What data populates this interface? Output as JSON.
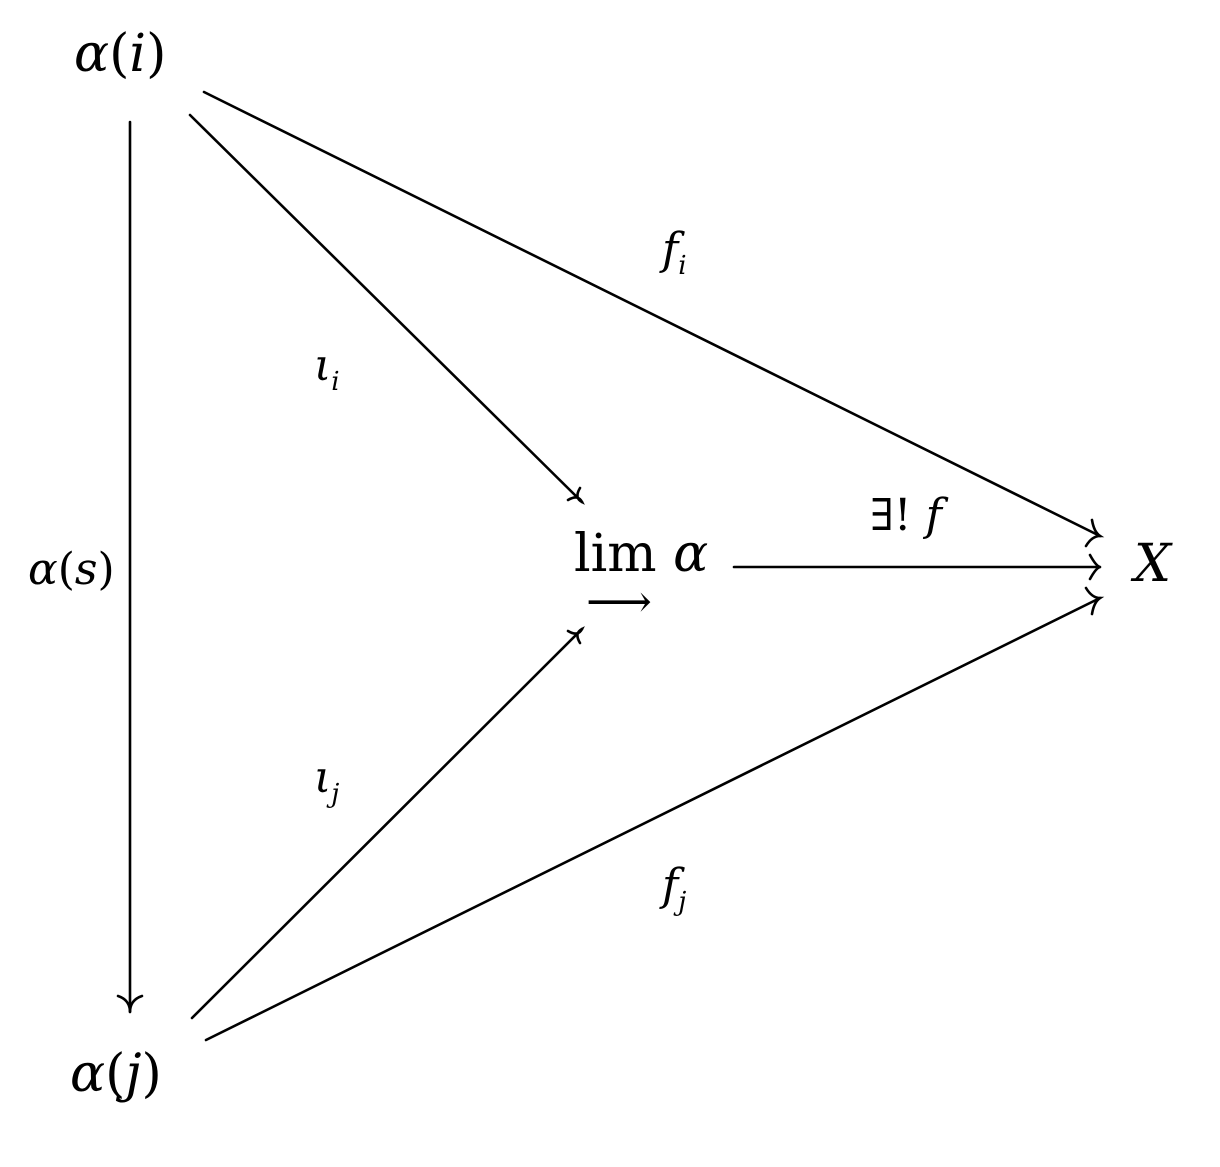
{
  "nodes": {
    "alpha_i": {
      "sym": "α",
      "open": "(",
      "arg": "i",
      "close": ")"
    },
    "alpha_j": {
      "sym": "α",
      "open": "(",
      "arg": "j",
      "close": ")"
    },
    "colimit": {
      "op": "lim",
      "arrow": "⟶",
      "sym": "α"
    },
    "target": {
      "sym": "X"
    }
  },
  "labels": {
    "alpha_s": {
      "sym": "α",
      "open": "(",
      "arg": "s",
      "close": ")"
    },
    "f_i": {
      "base": "f",
      "sub": "i"
    },
    "f_j": {
      "base": "f",
      "sub": "j"
    },
    "iota_i": {
      "base": "ι",
      "sub": "i"
    },
    "iota_j": {
      "base": "ι",
      "sub": "j"
    },
    "unique_f": {
      "quant": "∃!",
      "base": "f"
    }
  }
}
